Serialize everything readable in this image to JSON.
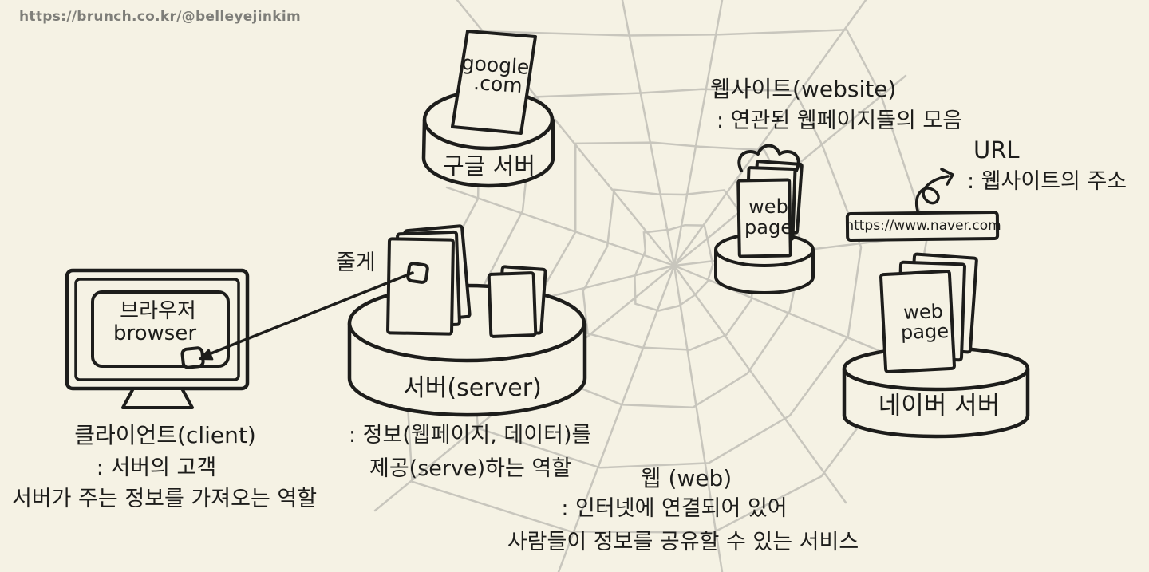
{
  "watermark": "https://brunch.co.kr/@belleyejinkim",
  "colors": {
    "background": "#f5f2e4",
    "ink": "#1d1d1b",
    "web_line": "#c8c6bd",
    "watermark_gray": "#7e7e79"
  },
  "google_server": {
    "paper_title": "google",
    "paper_domain": ".com",
    "label": "구글 서버"
  },
  "website_note": {
    "title": "웹사이트(website)",
    "desc": ": 연관된 웹페이지들의 모음"
  },
  "url_note": {
    "title": "URL",
    "desc": ": 웹사이트의 주소",
    "address": "https://www.naver.com"
  },
  "website_pages": {
    "line1": "web",
    "line2": "page"
  },
  "naver_server": {
    "label": "네이버 서버",
    "page_line1": "web",
    "page_line2": "page"
  },
  "server_note": {
    "give": "줄게",
    "label": "서버(server)",
    "desc_line1": ": 정보(웹페이지, 데이터)를",
    "desc_line2": "제공(serve)하는 역할"
  },
  "client_note": {
    "browser_kr": "브라우저",
    "browser_en": "browser",
    "title": "클라이언트(client)",
    "desc_line1": ": 서버의 고객",
    "desc_line2": "서버가 주는 정보를 가져오는 역할"
  },
  "web_note": {
    "title": "웹 (web)",
    "desc_line1": ": 인터넷에 연결되어 있어",
    "desc_line2": "사람들이 정보를 공유할 수 있는 서비스"
  }
}
